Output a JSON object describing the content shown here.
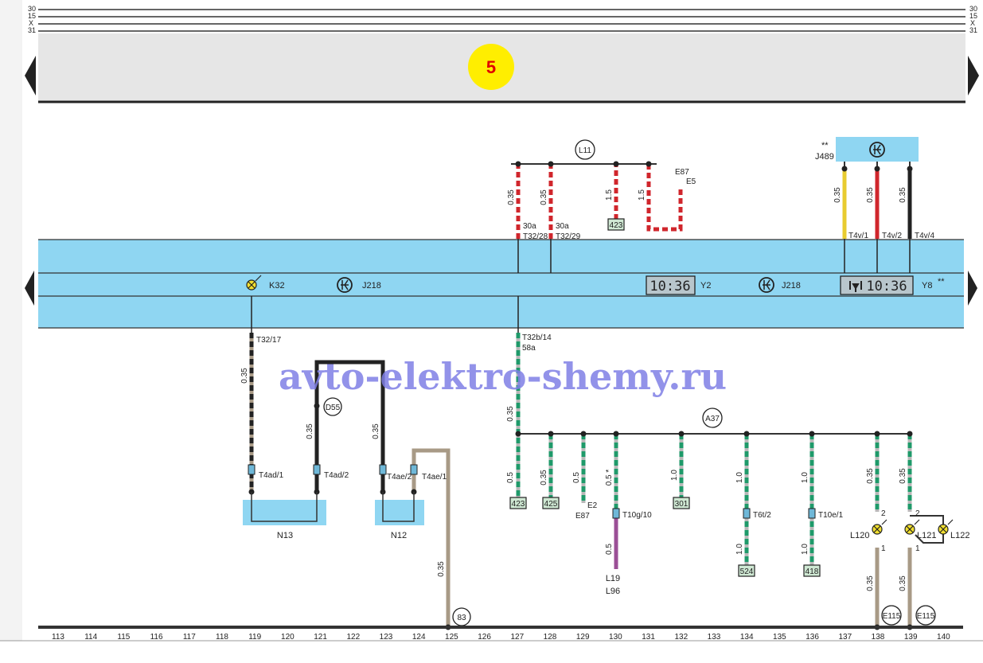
{
  "rails": {
    "left": [
      "30",
      "15",
      "X",
      "31"
    ],
    "right": [
      "30",
      "15",
      "X",
      "31"
    ]
  },
  "page_number": "5",
  "watermark": "avto-elektro-shemy.ru",
  "components": {
    "K32": "K32",
    "J218_a": "J218",
    "J218_b": "J218",
    "Y2": "Y2",
    "Y8": "Y8",
    "Y8_note": "**",
    "J489": "J489",
    "J489_note": "**",
    "N13": "N13",
    "N12": "N12",
    "L120": "L120",
    "L121": "L121",
    "L122": "L122",
    "L19": "L19",
    "L96": "L96"
  },
  "displays": {
    "Y2": "10:36",
    "Y8": "10:36"
  },
  "junctions": {
    "L11": "L11",
    "A37": "A37",
    "D55": "D55",
    "ground_83": "83",
    "E115_a": "E115",
    "E115_b": "E115"
  },
  "refs": [
    "423",
    "423",
    "425",
    "301",
    "524",
    "418"
  ],
  "terminals": [
    "E87",
    "E5",
    "E2",
    "E87"
  ],
  "connectors": [
    "30a",
    "T32/28",
    "30a",
    "T32/29",
    "T4v/1",
    "T4v/2",
    "T4v/4",
    "T32/17",
    "T32b/14",
    "58a",
    "T4ad/1",
    "T4ad/2",
    "T4ae/2",
    "T4ae/1",
    "T10g/10",
    "T6t/2",
    "T10e/1",
    "2",
    "1",
    "2",
    "1"
  ],
  "gauges": [
    "0.35",
    "0.35",
    "1.5",
    "1.5",
    "0.35",
    "0.35",
    "0.35",
    "0.35",
    "0.35",
    "0.35",
    "0.35",
    "0.35",
    "0.5",
    "0.35",
    "0.5",
    "0.5 *",
    "0.5",
    "1.0",
    "1.0",
    "1.0",
    "1.0",
    "1.0",
    "0.35",
    "0.35",
    "0.35",
    "0.35"
  ],
  "grid": [
    "113",
    "114",
    "115",
    "116",
    "117",
    "118",
    "119",
    "120",
    "121",
    "122",
    "123",
    "124",
    "125",
    "126",
    "127",
    "128",
    "129",
    "130",
    "131",
    "132",
    "133",
    "134",
    "135",
    "136",
    "137",
    "138",
    "139",
    "140"
  ],
  "colors": {
    "band": "#8fd6f2",
    "header": "#e6e6e6",
    "badge": "#ffee00",
    "badge_text": "#e00000",
    "red": "#d0262c",
    "green": "#1f9a6a",
    "gray": "#b8b8b8",
    "tan": "#a89a86",
    "purple": "#9b4f96",
    "yellow": "#e8cc30"
  }
}
